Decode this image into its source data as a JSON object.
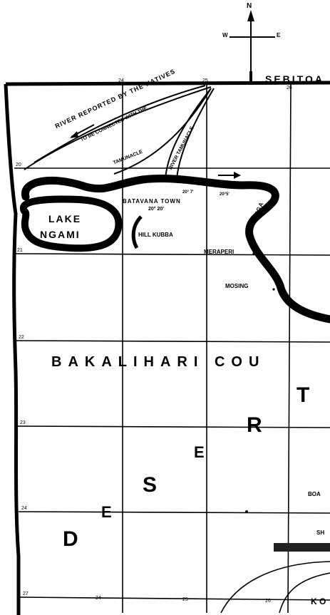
{
  "compass": {
    "north": "N",
    "west": "W",
    "east": "E"
  },
  "grid_labels": {
    "top": [
      "24",
      "25",
      "26"
    ],
    "left": [
      "20",
      "21",
      "22",
      "23",
      "24",
      "27"
    ],
    "bottom": [
      "24",
      "25",
      "26"
    ]
  },
  "places": {
    "sebitoane": "SEBITOA",
    "lake_line1": "LAKE",
    "lake_line2": "NGAMI",
    "batavana_town": "BATAVANA TOWN",
    "batavana_coord": "20° 20'",
    "coord_near_river_1": "20° 7'",
    "coord_near_river_2": "20°5'",
    "hill_kubba": "HILL KUBBA",
    "merapeli": "MERAPERI",
    "mosing": "MOSING",
    "zouga": "R.ZONGA",
    "bakalihari": "BAKALIHARI COU",
    "boa": "BOA",
    "sh": "SH",
    "ko": "K O"
  },
  "rivers": {
    "reported_line1": "RIVER REPORTED BY THE NATIVES",
    "reported_line2": "TO BE CONNECTED WITH THE",
    "reported_line3": "TAMUNACLE",
    "tamunacle": "RIVER TAMUNACLE"
  },
  "desert_letters": [
    "D",
    "E",
    "S",
    "E",
    "R",
    "T"
  ]
}
